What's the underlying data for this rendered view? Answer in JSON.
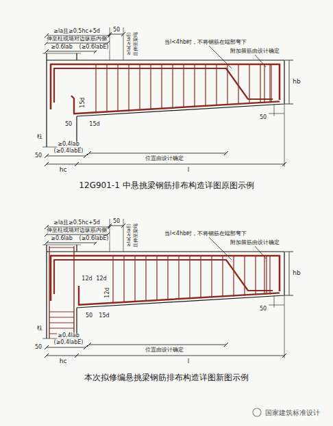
{
  "diagram": {
    "labels": [
      "≥la且≥0.5hc+5d",
      "伸至柱或墙对边纵筋内侧",
      "≥0.6lab",
      "(≥0.6labE)",
      "50",
      "≥la(≥laE)",
      "且伸至梁端",
      "当l<4hb时，不将钢筋在端部弯下",
      "附加箍筋由设计确定",
      "15d",
      "15d",
      "50",
      "50",
      "hb",
      "柱",
      "≥0.4lab",
      "(≥0.4labE)",
      "50",
      "位置由设计确定",
      "hc",
      "l",
      "12G901-1 中悬挑梁钢筋排布构造详图原图示例",
      "≥la且≥0.5hc+5d",
      "伸至柱或墙对边纵筋内侧",
      "≥0.6lab",
      "(≥0.6labE)",
      "50",
      "≥la(≥laE)",
      "且伸至梁端",
      "当l<4hb时，不将钢筋在端部弯下",
      "附加箍筋由设计确定",
      "12d",
      "12d",
      "12d",
      "15d",
      "50",
      "50",
      "hb",
      "柱",
      "≥0.4lab",
      "(≥0.4labE)",
      "50",
      "位置由设计确定",
      "hc",
      "l",
      "本次拟修编悬挑梁钢筋排布构造详图新图示例",
      "国家建筑标准设计"
    ]
  }
}
